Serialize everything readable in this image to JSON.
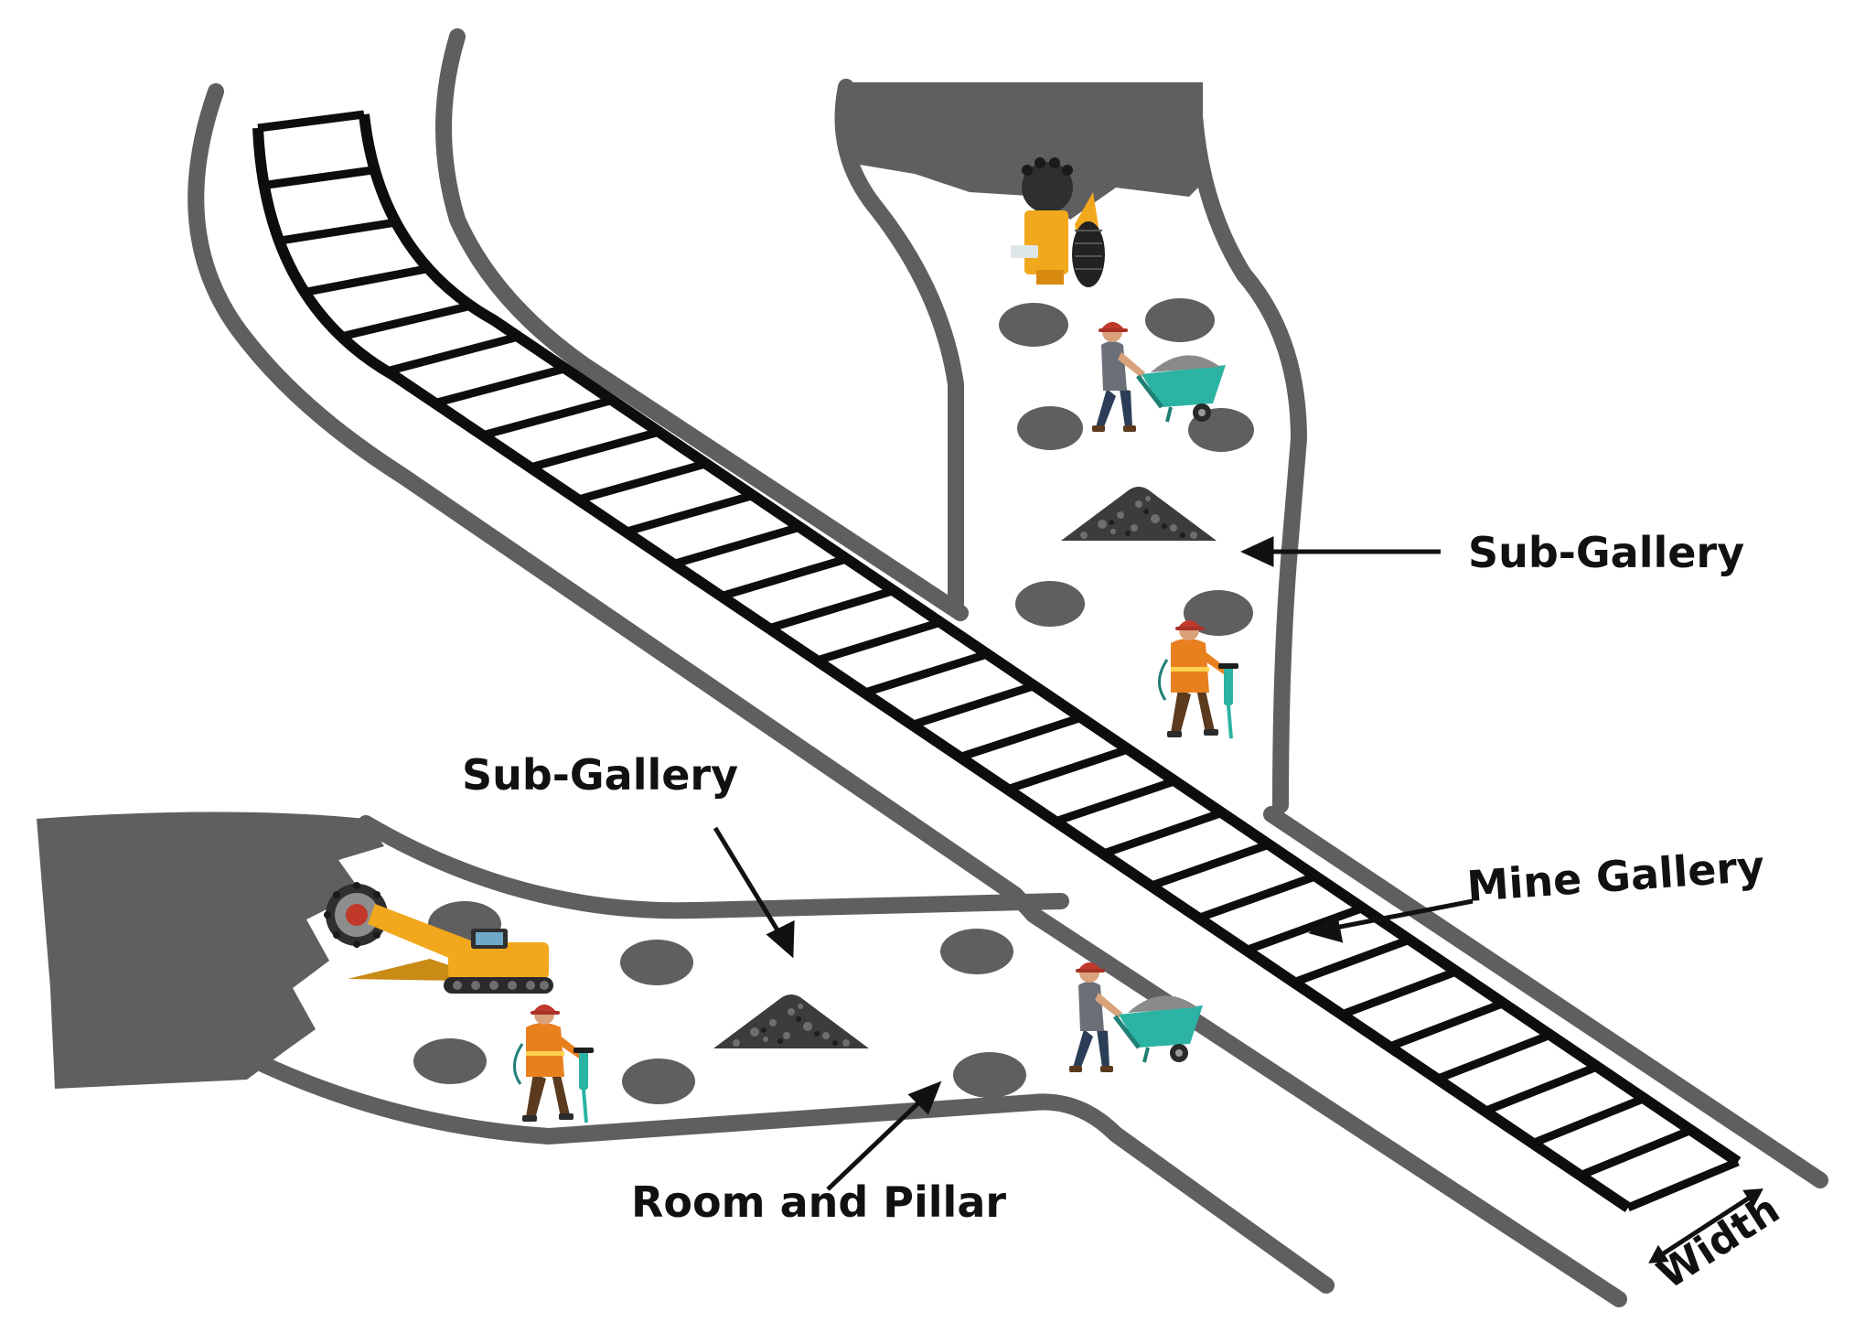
{
  "labels": {
    "sub_gallery_right": "Sub-Gallery",
    "sub_gallery_left": "Sub-Gallery",
    "mine_gallery": "Mine Gallery",
    "room_and_pillar": "Room and Pillar",
    "width": "Width"
  },
  "colors": {
    "wall": "#5f5e60",
    "pillar": "#5f5e60",
    "rail": "#0d0d0d",
    "floor": "#f1f1f1",
    "coal_face": "#5f5e60",
    "ore_pile": "#3c3c3c",
    "machine_yellow": "#f2a81d",
    "worker_orange": "#e8801e",
    "helmet_red": "#c0392b",
    "wheelbarrow_teal": "#2bb3a3"
  },
  "icons": {
    "machines": [
      "roadheader-cutter-icon",
      "continuous-miner-icon"
    ],
    "workers": [
      "worker-wheelbarrow-icon",
      "worker-jackhammer-icon"
    ],
    "piles": [
      "ore-pile-icon"
    ]
  }
}
